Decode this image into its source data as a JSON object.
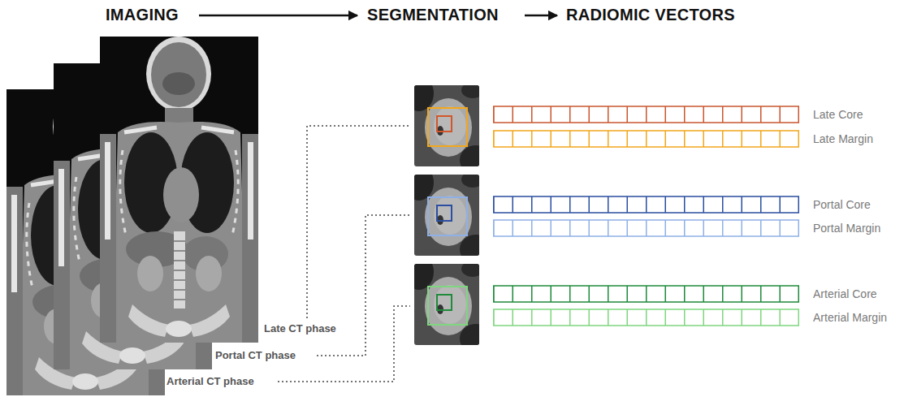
{
  "diagram": {
    "labels": [
      "IMAGING",
      "SEGMENTATION",
      "RADIOMIC VECTORS",
      "Late Core",
      "Late Margin",
      "Portal Core",
      "Portal Margin",
      "Arterial Core",
      "Arterial Margin",
      "Late CT phase",
      "Portal CT phase",
      "Arterial CT phase"
    ]
  }
}
